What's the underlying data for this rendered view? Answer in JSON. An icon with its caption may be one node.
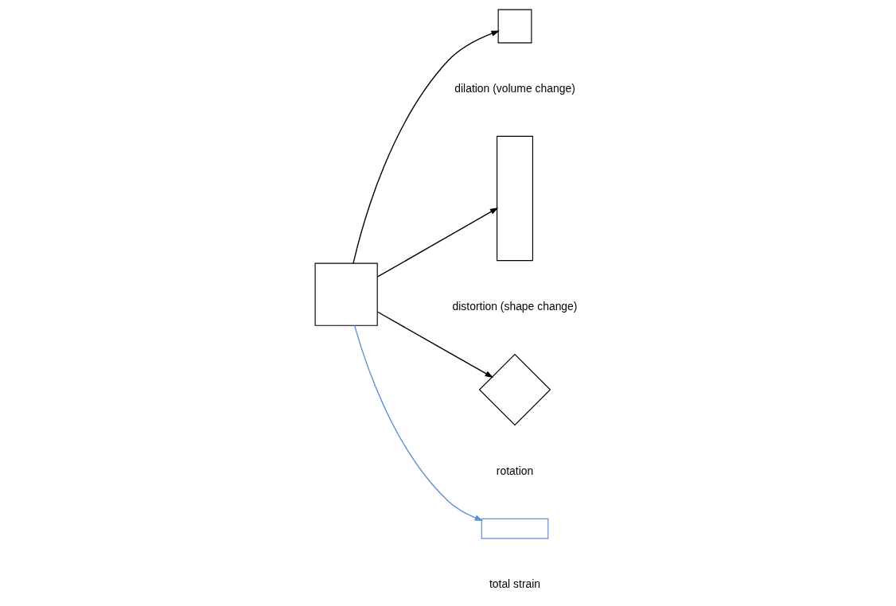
{
  "diagram": {
    "nodes": [
      {
        "text": [],
        "shape": "box"
      },
      {
        "text": [],
        "shape": "box",
        "beside": [
          "dilation (volume change)"
        ]
      },
      {
        "text": [],
        "shape": "box",
        "beside": [
          "distortion (shape change)"
        ]
      },
      {
        "text": [],
        "shape": "diamond",
        "beside": [
          "rotation"
        ]
      },
      {
        "text": [],
        "shape": "box",
        "beside": [
          "total strain"
        ]
      }
    ],
    "edges": [
      {
        "from": 0,
        "to": 1,
        "arrow": "to"
      },
      {
        "from": 0,
        "to": 2,
        "arrow": "to"
      },
      {
        "from": 0,
        "to": 3,
        "arrow": "to"
      },
      {
        "from": 0,
        "to": 4,
        "arrow": "to",
        "color": "#5b8fd6"
      }
    ]
  }
}
